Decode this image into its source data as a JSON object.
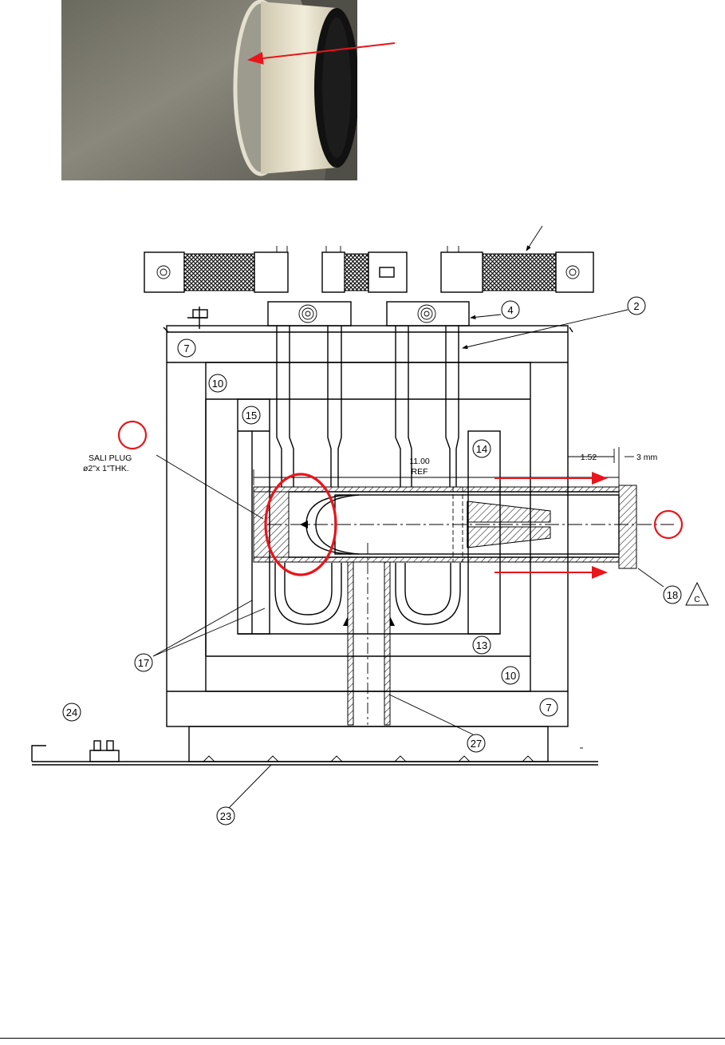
{
  "photo": {
    "description_icon": "weld-crack-photo"
  },
  "dimensions": {
    "length": "11.00",
    "length_ref": "REF",
    "gap_a": "1.52",
    "gap_b": "3 mm"
  },
  "plug_note": {
    "line1": "SALI PLUG",
    "line2": "ø2\"x 1\"THK."
  },
  "balloons": [
    "2",
    "4",
    "7",
    "7",
    "10",
    "10",
    "13",
    "14",
    "15",
    "17",
    "18",
    "23",
    "24",
    "27"
  ],
  "revision_mark": "C",
  "colors": {
    "annotation": "#e8151b",
    "ink": "#000000"
  }
}
